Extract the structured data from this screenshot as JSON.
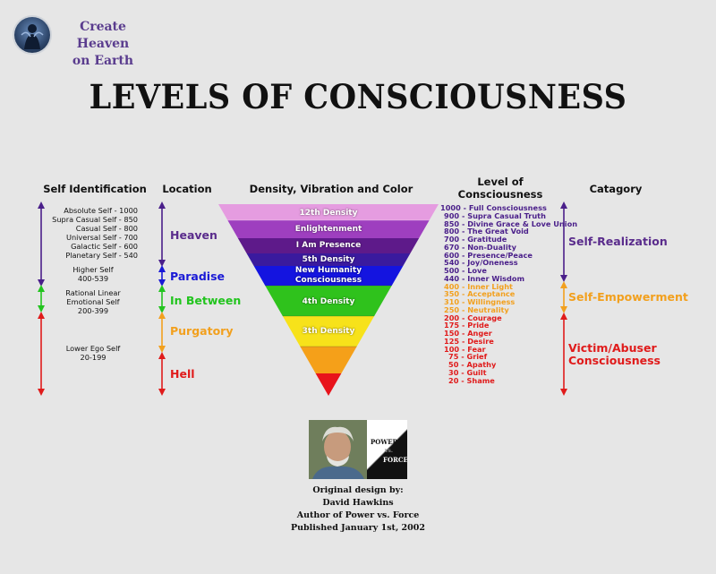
{
  "brand": {
    "line1": "Create Heaven",
    "line2": "on Earth"
  },
  "title": "LEVELS OF CONSCIOUSNESS",
  "columns": {
    "self_identification": "Self Identification",
    "location": "Location",
    "density": "Density, Vibration and Color",
    "level_line1": "Level of",
    "level_line2": "Consciousness",
    "category": "Catagory"
  },
  "self_identification": {
    "group1": [
      "Absolute Self -  1000",
      "Supra Casual Self -   850",
      "Casual Self -   800",
      "Universal Self -   700",
      "Galactic Self -   600",
      "Planetary Self -   540"
    ],
    "group2": [
      "Higher Self",
      "400-539"
    ],
    "group3": [
      "Rational Linear",
      "Emotional Self",
      "200-399"
    ],
    "group4": [
      "Lower Ego Self",
      "20-199"
    ]
  },
  "locations": [
    {
      "label": "Heaven",
      "color": "#5a2c8c"
    },
    {
      "label": "Paradise",
      "color": "#1a1ad6"
    },
    {
      "label": "In Between",
      "color": "#22c41e"
    },
    {
      "label": "Purgatory",
      "color": "#f2a01e"
    },
    {
      "label": "Hell",
      "color": "#e01b1b"
    }
  ],
  "density_bands": [
    {
      "label": "12th Density",
      "color": "#e59ce0"
    },
    {
      "label": "Enlightenment",
      "color": "#9e3fbf"
    },
    {
      "label": "I Am Presence",
      "color": "#5e1a8a"
    },
    {
      "label": "5th Density",
      "color": "#3a1a9e"
    },
    {
      "label": "New Humanity",
      "color": "#1414e0"
    },
    {
      "label": "Consciousness",
      "color": "#0b3fd6"
    },
    {
      "label": "4th Density",
      "color": "#2fc21c"
    },
    {
      "label": "3th Density",
      "color": "#f7e21a"
    }
  ],
  "levels": [
    {
      "text": "1000 - Full Consciousness",
      "color": "#4a1f8a"
    },
    {
      "text": "900 - Supra Casual Truth",
      "color": "#4a1f8a"
    },
    {
      "text": "850 - Divine Grace & Love Union",
      "color": "#4a1f8a"
    },
    {
      "text": "800 - The Great Void",
      "color": "#4a1f8a"
    },
    {
      "text": "700 - Gratitude",
      "color": "#4a1f8a"
    },
    {
      "text": "670 - Non-Duality",
      "color": "#4a1f8a"
    },
    {
      "text": "600 - Presence/Peace",
      "color": "#4a1f8a"
    },
    {
      "text": "540 - Joy/Oneness",
      "color": "#4a1f8a"
    },
    {
      "text": "500 - Love",
      "color": "#4a1f8a"
    },
    {
      "text": "440 - Inner Wisdom",
      "color": "#4a1f8a"
    },
    {
      "text": "400 - Inner Light",
      "color": "#f2a01e"
    },
    {
      "text": "350 - Acceptance",
      "color": "#f2a01e"
    },
    {
      "text": "310 - Willingness",
      "color": "#f2a01e"
    },
    {
      "text": "250 - Neutrality",
      "color": "#f2a01e"
    },
    {
      "text": "200 - Courage",
      "color": "#e01b1b"
    },
    {
      "text": "175 - Pride",
      "color": "#e01b1b"
    },
    {
      "text": "150 - Anger",
      "color": "#e01b1b"
    },
    {
      "text": "125 - Desire",
      "color": "#e01b1b"
    },
    {
      "text": "100 - Fear",
      "color": "#e01b1b"
    },
    {
      "text": "75 - Grief",
      "color": "#e01b1b"
    },
    {
      "text": "50 - Apathy",
      "color": "#e01b1b"
    },
    {
      "text": "30 - Guilt",
      "color": "#e01b1b"
    },
    {
      "text": "20 - Shame",
      "color": "#e01b1b"
    }
  ],
  "categories": [
    {
      "line1": "Self-Realization",
      "line2": "",
      "color": "#5a2c8c"
    },
    {
      "line1": "Self-Empowerment",
      "line2": "",
      "color": "#f2a01e"
    },
    {
      "line1": "Victim/Abuser",
      "line2": "Consciousness",
      "color": "#e01b1b"
    }
  ],
  "credit": {
    "line1": "Original design by:",
    "line2": "David Hawkins",
    "line3": "Author of Power vs. Force",
    "line4": "Published January 1st, 2002"
  },
  "book": {
    "word1": "POWER",
    "word2": "vs.",
    "word3": "FORCE"
  },
  "icons": [
    "brand-logo-icon",
    "double-arrow-icon",
    "portrait-photo",
    "book-cover"
  ]
}
